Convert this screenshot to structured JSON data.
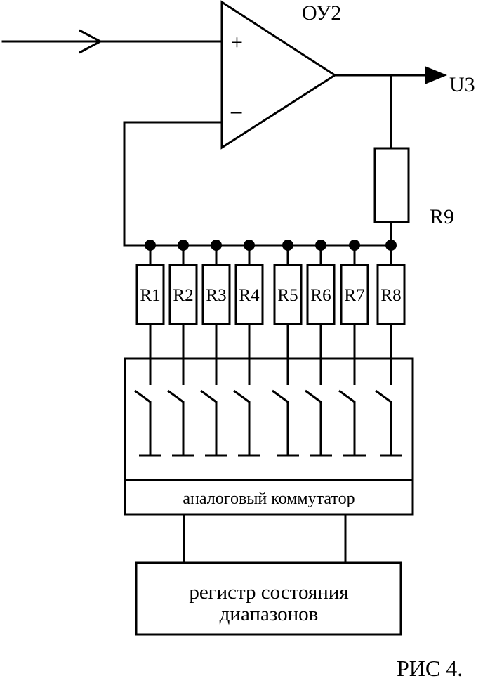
{
  "opamp": {
    "label": "ОУ2",
    "plus": "+",
    "minus": "−"
  },
  "output": {
    "label": "U3"
  },
  "feedback_resistor": {
    "label": "R9"
  },
  "resistors": [
    "R1",
    "R2",
    "R3",
    "R4",
    "R5",
    "R6",
    "R7",
    "R8"
  ],
  "commutator": {
    "label": "аналоговый коммутатор"
  },
  "register": {
    "line1": "регистр состояния",
    "line2": "диапазонов"
  },
  "caption": "РИС 4.",
  "colors": {
    "stroke": "#000000",
    "background": "#ffffff"
  }
}
